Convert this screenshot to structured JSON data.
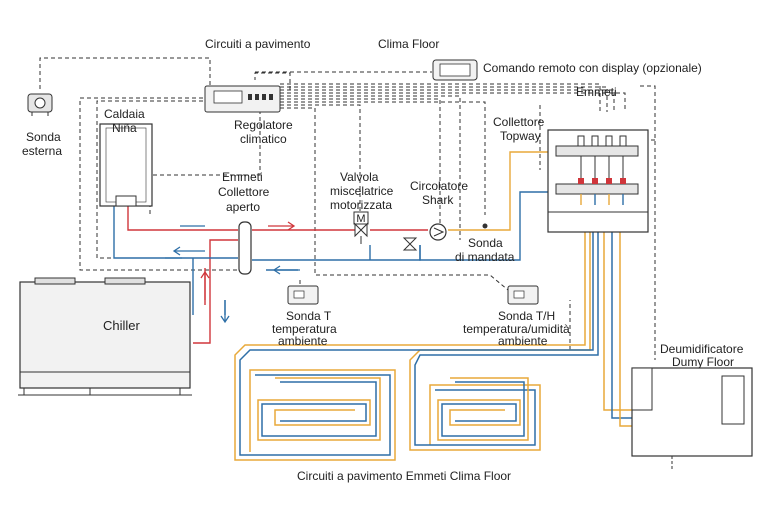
{
  "labels": {
    "circuiti_pavimento": "Circuiti a pavimento",
    "clima_floor": "Clima Floor",
    "comando_remoto": "Comando remoto con display (opzionale)",
    "emmeti_top": "Emmeti",
    "collettore_topway_1": "Collettore",
    "collettore_topway_2": "Topway",
    "sonda_esterna_1": "Sonda",
    "sonda_esterna_2": "esterna",
    "caldaia_1": "Caldaia",
    "caldaia_2": "Niña",
    "regolatore_1": "Regolatore",
    "regolatore_2": "climatico",
    "collettore_aperto_1": "Emmeti",
    "collettore_aperto_2": "Collettore",
    "collettore_aperto_3": "aperto",
    "valvola_1": "Valvola",
    "valvola_2": "miscelatrice",
    "valvola_3": "motorizzata",
    "circolatore_1": "Circolatore",
    "circolatore_2": "Shark",
    "sonda_mandata_1": "Sonda",
    "sonda_mandata_2": "di mandata",
    "chiller": "Chiller",
    "sonda_t_1": "Sonda T",
    "sonda_t_2": "temperatura",
    "sonda_t_3": "ambiente",
    "sonda_th_1": "Sonda T/H",
    "sonda_th_2": "temperatura/umidità",
    "sonda_th_3": "ambiente",
    "deum_1": "Deumidificatore",
    "deum_2": "Dumy Floor",
    "circuiti_bottom": "Circuiti a pavimento Emmeti Clima Floor",
    "valve_m": "M"
  },
  "colors": {
    "hot_pipe": "#d0363b",
    "cold_pipe": "#2e6fa7",
    "floor_pipe": "#e8a93a",
    "wire": "#333333"
  }
}
